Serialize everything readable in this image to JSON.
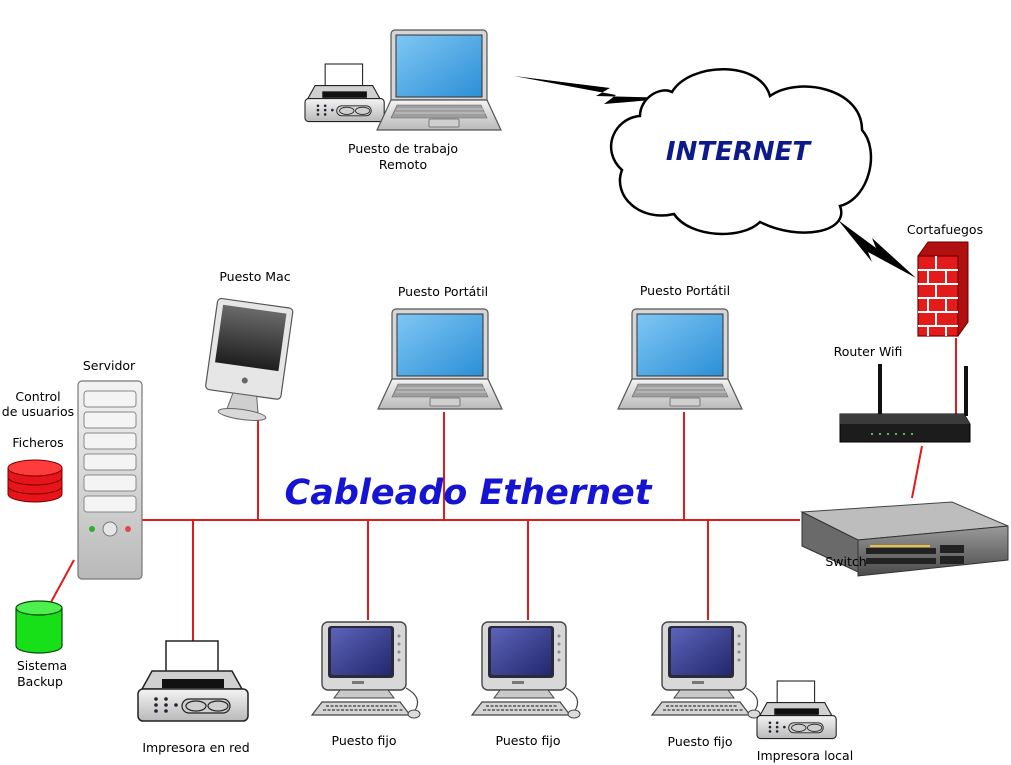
{
  "title": "Cableado Ethernet",
  "internet_label": "INTERNET",
  "labels": {
    "remote": [
      "Puesto de trabajo",
      "Remoto"
    ],
    "mac": "Puesto Mac",
    "laptop1": "Puesto Portátil",
    "laptop2": "Puesto Portátil",
    "server": "Servidor",
    "control": [
      "Control",
      "de usuarios"
    ],
    "files": "Ficheros",
    "backup": [
      "Sistema",
      "Backup"
    ],
    "firewall": "Cortafuegos",
    "router": "Router Wifi",
    "switch": "Switch",
    "net_printer": "Impresora en red",
    "pc1": "Puesto fijo",
    "pc2": "Puesto fijo",
    "pc3": "Puesto fijo",
    "local_printer": "Impresora local"
  },
  "colors": {
    "wire": "#e11b1b",
    "title": "#1414d2",
    "internet": "#0c1a8a",
    "files_db": "#e8141c",
    "backup_db": "#18e018",
    "firewall": "#e41b1b"
  }
}
